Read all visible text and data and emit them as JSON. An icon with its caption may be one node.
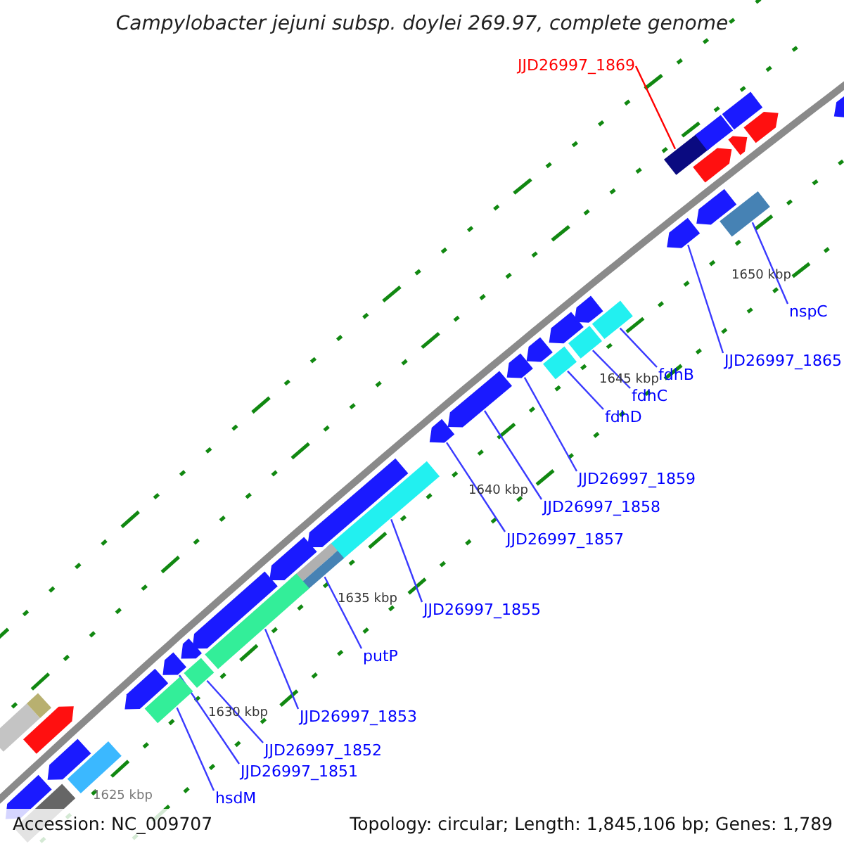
{
  "diagram": {
    "title": "Campylobacter jejuni subsp. doylei 269.97, complete genome",
    "nodes": [
      {
        "text": [
          "JJD26997_1869"
        ]
      },
      {
        "text": [],
        "shape": "bar"
      },
      {
        "text": [
          "nspC"
        ]
      },
      {
        "text": [],
        "shape": "bar"
      },
      {
        "text": [
          "JJD26997_1865"
        ]
      },
      {
        "text": [],
        "shape": "arrow"
      },
      {
        "text": [
          "fdhB"
        ]
      },
      {
        "text": [],
        "shape": "bar"
      },
      {
        "text": [
          "fdhC"
        ]
      },
      {
        "text": [],
        "shape": "bar"
      },
      {
        "text": [
          "fdhD"
        ]
      },
      {
        "text": [],
        "shape": "bar"
      },
      {
        "text": [
          "JJD26997_1859"
        ]
      },
      {
        "text": [],
        "shape": "arrow"
      },
      {
        "text": [
          "JJD26997_1858"
        ]
      },
      {
        "text": [],
        "shape": "arrow"
      },
      {
        "text": [
          "JJD26997_1857"
        ]
      },
      {
        "text": [],
        "shape": "arrow"
      },
      {
        "text": [
          "JJD26997_1855"
        ]
      },
      {
        "text": [],
        "shape": "bar"
      },
      {
        "text": [
          "putP"
        ]
      },
      {
        "text": [],
        "shape": "bar"
      },
      {
        "text": [
          "JJD26997_1853"
        ]
      },
      {
        "text": [],
        "shape": "bar"
      },
      {
        "text": [
          "JJD26997_1852"
        ]
      },
      {
        "text": [],
        "shape": "bar"
      },
      {
        "text": [
          "JJD26997_1851"
        ]
      },
      {
        "text": [],
        "shape": "arrow"
      },
      {
        "text": [
          "hsdM"
        ]
      },
      {
        "text": [],
        "shape": "bar"
      },
      {
        "text": [],
        "shape": "arrow"
      },
      {
        "text": [],
        "shape": "bar"
      },
      {
        "text": [],
        "shape": "bar"
      },
      {
        "text": [],
        "shape": "arrow"
      },
      {
        "text": [],
        "shape": "arrow"
      },
      {
        "text": [],
        "shape": "bar"
      },
      {
        "text": [],
        "shape": "arrow"
      },
      {
        "text": [],
        "shape": "arrow"
      },
      {
        "text": [],
        "shape": "arrow"
      },
      {
        "text": [],
        "shape": "arrow"
      },
      {
        "text": [],
        "shape": "arrow"
      },
      {
        "text": [],
        "shape": "arrow"
      },
      {
        "text": [],
        "shape": "arrow"
      },
      {
        "text": [],
        "shape": "arrow"
      },
      {
        "text": [],
        "shape": "arrow"
      },
      {
        "text": [],
        "shape": "arrow"
      },
      {
        "text": [],
        "shape": "bar"
      },
      {
        "text": [],
        "shape": "arrow"
      },
      {
        "text": [],
        "shape": "bar"
      },
      {
        "text": [],
        "shape": "arrow"
      },
      {
        "text": [],
        "shape": "arrow"
      }
    ],
    "edges": [
      {
        "from": 0,
        "to": 1,
        "arrow": "none",
        "color": "#ff0000"
      },
      {
        "from": 2,
        "to": 3,
        "arrow": "none"
      },
      {
        "from": 4,
        "to": 5,
        "arrow": "none"
      },
      {
        "from": 6,
        "to": 7,
        "arrow": "none"
      },
      {
        "from": 8,
        "to": 9,
        "arrow": "none"
      },
      {
        "from": 10,
        "to": 11,
        "arrow": "none"
      },
      {
        "from": 12,
        "to": 13,
        "arrow": "none"
      },
      {
        "from": 14,
        "to": 15,
        "arrow": "none"
      },
      {
        "from": 16,
        "to": 17,
        "arrow": "none"
      },
      {
        "from": 18,
        "to": 19,
        "arrow": "none"
      },
      {
        "from": 20,
        "to": 21,
        "arrow": "none"
      },
      {
        "from": 22,
        "to": 23,
        "arrow": "none"
      },
      {
        "from": 24,
        "to": 25,
        "arrow": "none"
      },
      {
        "from": 26,
        "to": 27,
        "arrow": "none"
      },
      {
        "from": 28,
        "to": 29,
        "arrow": "none"
      }
    ],
    "labels": [
      "1650 kbp",
      "1645 kbp",
      "1640 kbp",
      "1635 kbp",
      "1630 kbp",
      "1625 kbp",
      "Accession: NC_009707",
      "Topology: circular; Length: 1,845,106 bp; Genes: 1,789"
    ]
  }
}
